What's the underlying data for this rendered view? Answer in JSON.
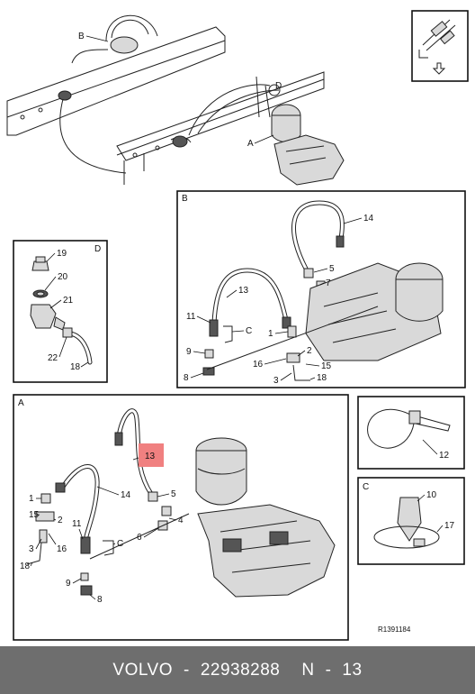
{
  "views": {
    "overview": {
      "label_a": "A",
      "label_b": "B",
      "label_d": "D"
    },
    "b": {
      "title": "B",
      "labels": [
        "14",
        "13",
        "5",
        "7",
        "11",
        "C",
        "1",
        "9",
        "2",
        "16",
        "15",
        "8",
        "3",
        "18"
      ]
    },
    "d": {
      "title": "D",
      "labels": [
        "19",
        "20",
        "21",
        "22",
        "18"
      ]
    },
    "a": {
      "title": "A",
      "highlight": "13",
      "labels": [
        "14",
        "5",
        "1",
        "15",
        "2",
        "4",
        "6",
        "11",
        "C",
        "3",
        "16",
        "18",
        "9",
        "8"
      ]
    },
    "tie": {
      "label": "12"
    },
    "c": {
      "title": "C",
      "labels": [
        "10",
        "17"
      ]
    }
  },
  "icons": {
    "nav": "view-navigation-icon"
  },
  "reference": "R1391184",
  "footer": {
    "brand": "VOLVO",
    "separator1": "-",
    "part_number": "22938288",
    "position_prefix": "N",
    "separator2": "-",
    "position_number": "13"
  },
  "colors": {
    "highlight": "#f08080",
    "footer_bg": "#6e6e6e"
  }
}
